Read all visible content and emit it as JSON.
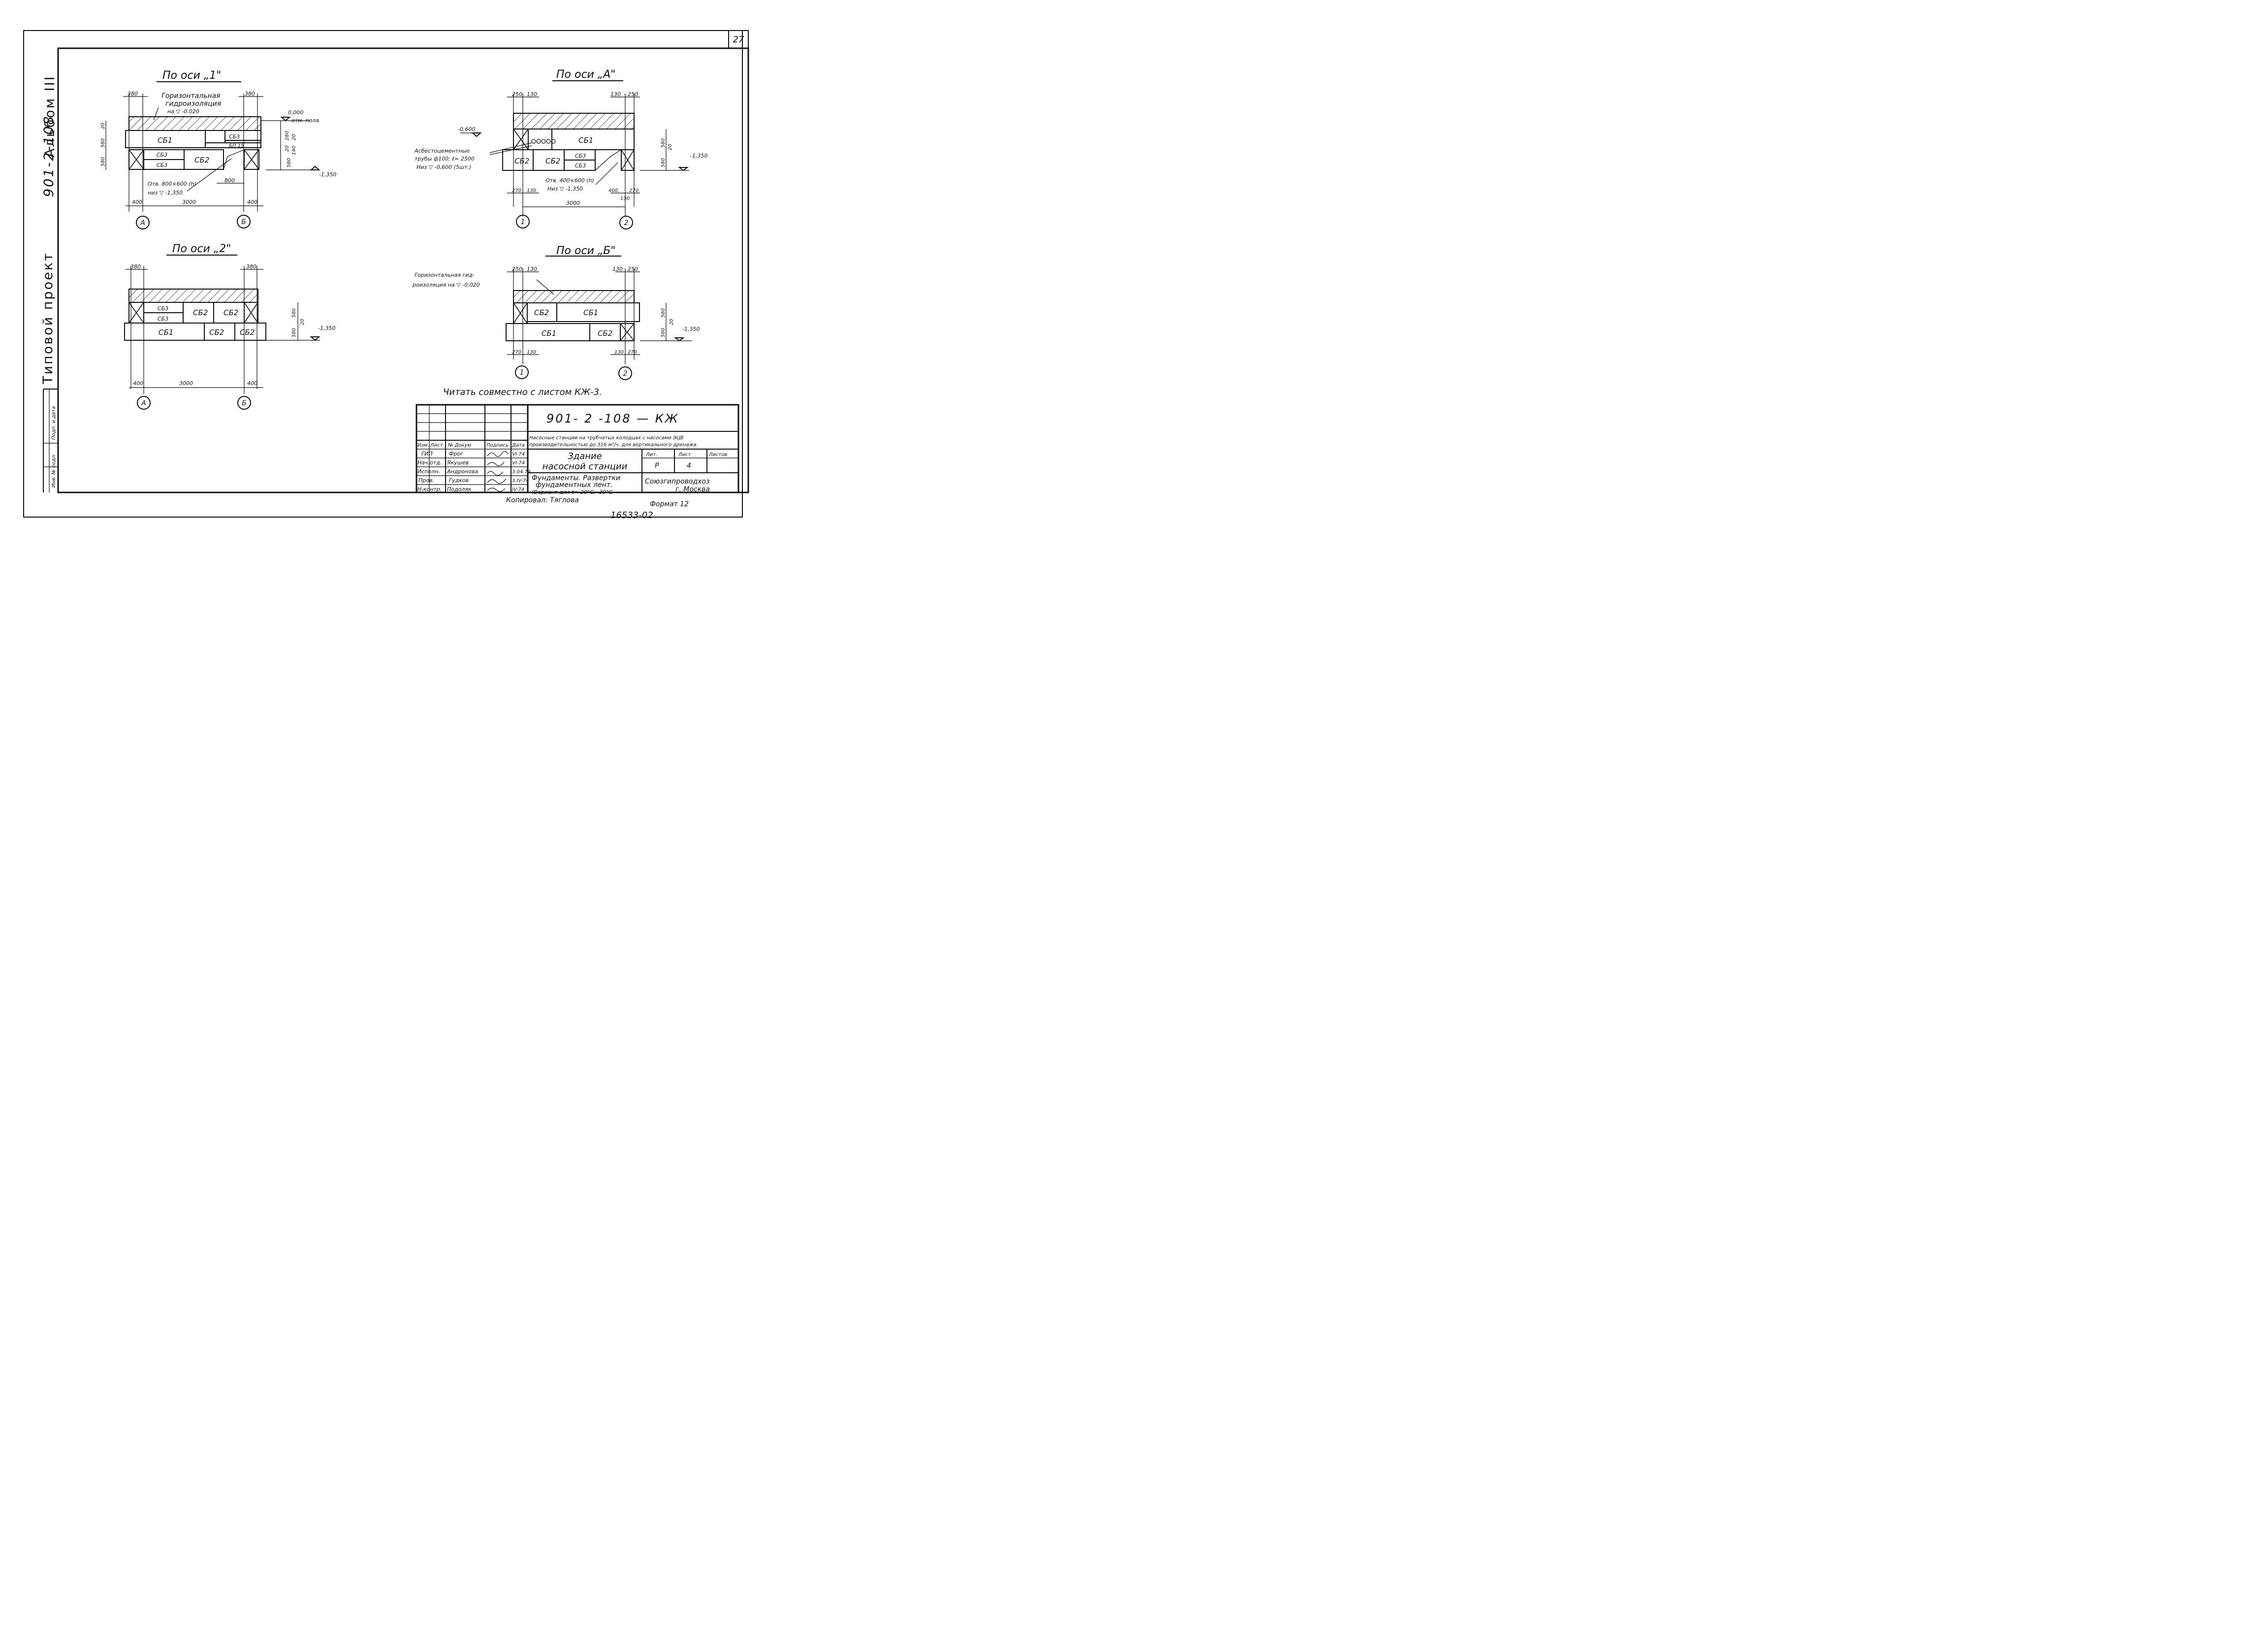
{
  "sheet": {
    "sheet_number": "27",
    "side_title": "Типовой проект",
    "side_code": "901-2-108",
    "album": "Альбом III",
    "stamp_columns": [
      "Инв. № подл.",
      "Подп. и дата"
    ],
    "note": "Читать совместно с листом КЖ-3.",
    "copied_by": "Копировал: Тяглова",
    "format": "Формат 12",
    "archive_no": "16533-02"
  },
  "views": {
    "axis1": {
      "title": "По оси „1\"",
      "dims": {
        "left_wall": "380",
        "right_wall": "380",
        "left_bot": "400",
        "span": "3000",
        "right_bot": "400",
        "opening_w": "800",
        "h_top": "580",
        "h_gap": "20",
        "h_bot": "580",
        "r_280": "280",
        "r_20a": "20",
        "r_20b": "20",
        "r_140": "140",
        "r_580": "580"
      },
      "blocks": [
        "СБ1",
        "СБ3",
        "СБ3",
        "БП 15",
        "СБ3",
        "СБ3",
        "СБ2"
      ],
      "callout_hydro": [
        "Горизонтальная",
        "гидроизоляция",
        "на ▽ -0.020"
      ],
      "level_top": "0,000",
      "level_top_text": "отм. пола",
      "level_bot": "-1,350",
      "opening": [
        "Отв. 800×600 (h)",
        "низ ▽ -1,350"
      ],
      "axes": [
        "А",
        "Б"
      ]
    },
    "axisA": {
      "title": "По оси „А\"",
      "dims": {
        "t250l": "250",
        "t130l": "130",
        "t130r": "130",
        "t250r": "250",
        "b270l": "270",
        "b130l": "130",
        "b400r": "400",
        "b270r": "270",
        "b130r": "130",
        "span": "3000",
        "h580a": "580",
        "h20": "20",
        "h580b": "580"
      },
      "blocks": [
        "СБ1",
        "СБ2",
        "СБ2",
        "СБ3",
        "СБ3"
      ],
      "level_left": "-0,600",
      "pipes": [
        "Асбестоцементные",
        "трубы ф100; ℓ= 2500",
        "Низ ▽ -0,600 (5шт.)"
      ],
      "opening": [
        "Отв. 400×600 (h)",
        "Низ ▽ -1,350"
      ],
      "level_bot": "-1,350",
      "axes": [
        "1",
        "2"
      ]
    },
    "axis2": {
      "title": "По оси „2\"",
      "dims": {
        "left_wall": "380",
        "right_wall": "380",
        "left_bot": "400",
        "span": "3000",
        "right_bot": "400",
        "h580a": "580",
        "h20": "20",
        "h580b": "580"
      },
      "blocks": [
        "СБ3",
        "СБ3",
        "СБ2",
        "СБ2",
        "СБ1",
        "СБ2",
        "СБ2"
      ],
      "level_bot": "-1,350",
      "axes": [
        "А",
        "Б"
      ]
    },
    "axisB": {
      "title": "По оси „Б\"",
      "dims": {
        "t250l": "250",
        "t130l": "130",
        "t130r": "130",
        "t250r": "250",
        "b270l": "270",
        "b130l": "130",
        "b130r": "130",
        "b270r": "270",
        "h580a": "580",
        "h20": "20",
        "h580b": "580"
      },
      "blocks": [
        "СБ2",
        "СБ1",
        "СБ1",
        "СБ2"
      ],
      "callout_hydro": [
        "Горизонтальная гид-",
        "роизоляция на ▽ -0,020"
      ],
      "level_bot": "-1,350",
      "axes": [
        "1",
        "2"
      ]
    }
  },
  "title_block": {
    "project_code": "901- 2 -108   — КЖ",
    "project_desc": [
      "Насосные станции на трубчатых колодцах с насосами ЭЦВ",
      "производительностью до 316 м³/ч. для вертикального дренажа"
    ],
    "header": [
      "Изм.",
      "Лист",
      "№ Докум",
      "Подпись",
      "Дата"
    ],
    "rows": [
      {
        "role": "ГИП",
        "name": "Фрог",
        "date": "VI-74"
      },
      {
        "role": "Нач.отд.",
        "name": "Якушев",
        "date": "VI-74"
      },
      {
        "role": "Исполн.",
        "name": "Андронова",
        "date": "3.04.74"
      },
      {
        "role": "Пров.",
        "name": "Гудков",
        "date": "3.IV-74"
      },
      {
        "role": "Н.контр.",
        "name": "Подоляк",
        "date": "IV-74"
      }
    ],
    "building": [
      "Здание",
      "насосной  станции"
    ],
    "sheet_desc": [
      "Фундаменты. Развертки",
      "фундаментных лент.",
      "(Вариант для t=-20°С, -30°С"
    ],
    "stage_headers": [
      "Лит.",
      "Лист",
      "Листов"
    ],
    "stage": "Р",
    "sheet": "4",
    "org": [
      "Союзгипроводхоз",
      "г. Москва"
    ]
  }
}
